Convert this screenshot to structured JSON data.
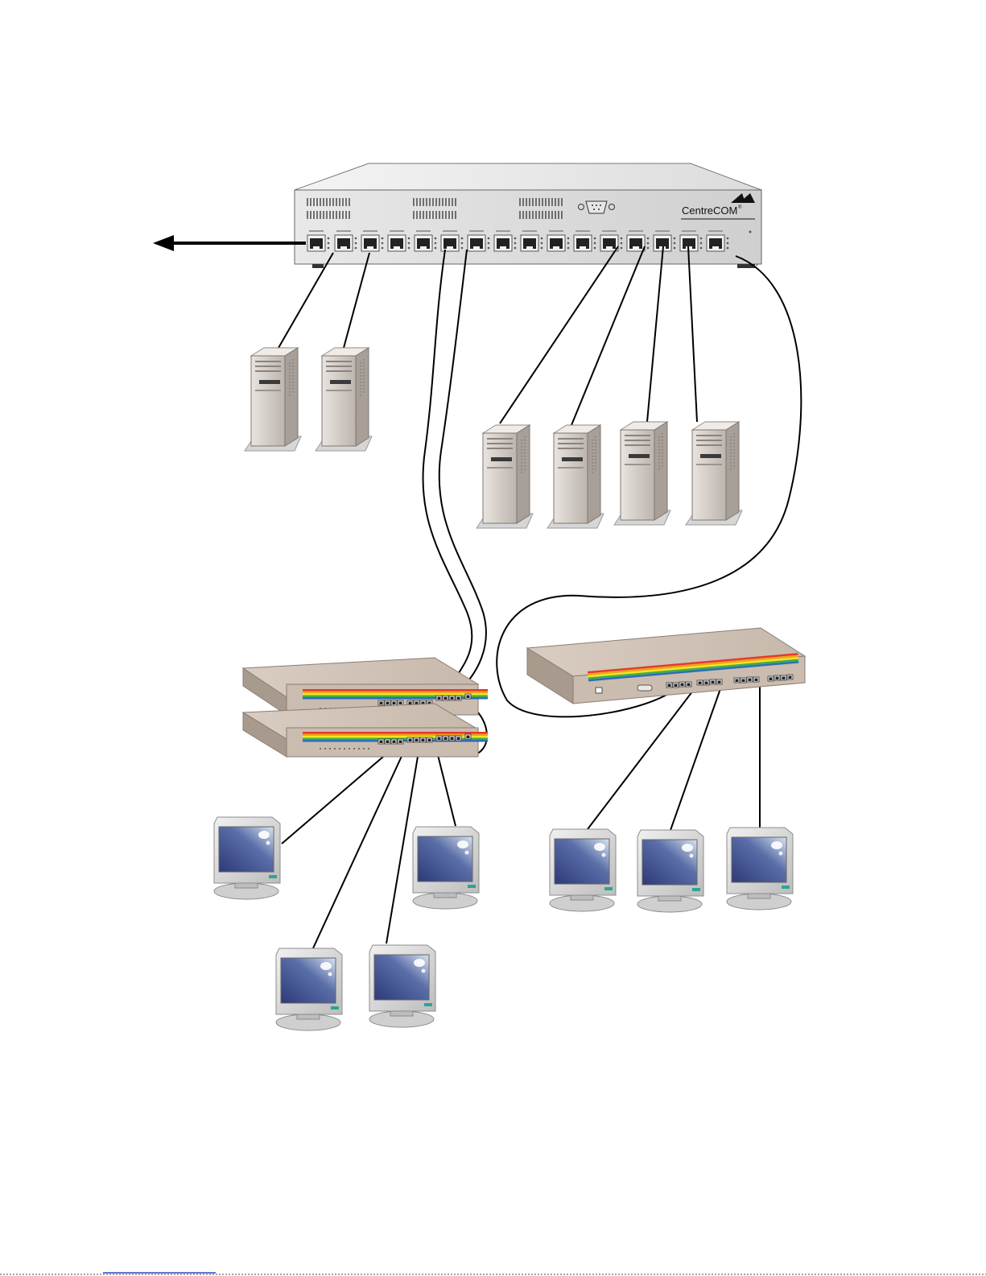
{
  "diagram": {
    "core_switch": {
      "brand_label": "CentreCOM",
      "registered_mark": "®",
      "port_count": 16
    },
    "cascade_switches": {
      "count": 2
    },
    "branch_switch": {
      "count": 1
    },
    "servers": [
      {
        "id": "server-1"
      },
      {
        "id": "server-2"
      },
      {
        "id": "server-3"
      },
      {
        "id": "server-4"
      },
      {
        "id": "server-5"
      },
      {
        "id": "server-6"
      }
    ],
    "workstations": [
      {
        "id": "workstation-1"
      },
      {
        "id": "workstation-2"
      },
      {
        "id": "workstation-3"
      },
      {
        "id": "workstation-4"
      },
      {
        "id": "workstation-5"
      },
      {
        "id": "workstation-6"
      },
      {
        "id": "workstation-7"
      },
      {
        "id": "workstation-8"
      }
    ],
    "uplink_arrow": {
      "direction": "left"
    },
    "colors": {
      "chassis_front": "#d9d9d9",
      "chassis_top": "#eeeeee",
      "hub_body": "#cbbcb0",
      "server_body": "#c9c2bc",
      "monitor_screen": "#3b4a86",
      "cable": "#000000"
    }
  }
}
